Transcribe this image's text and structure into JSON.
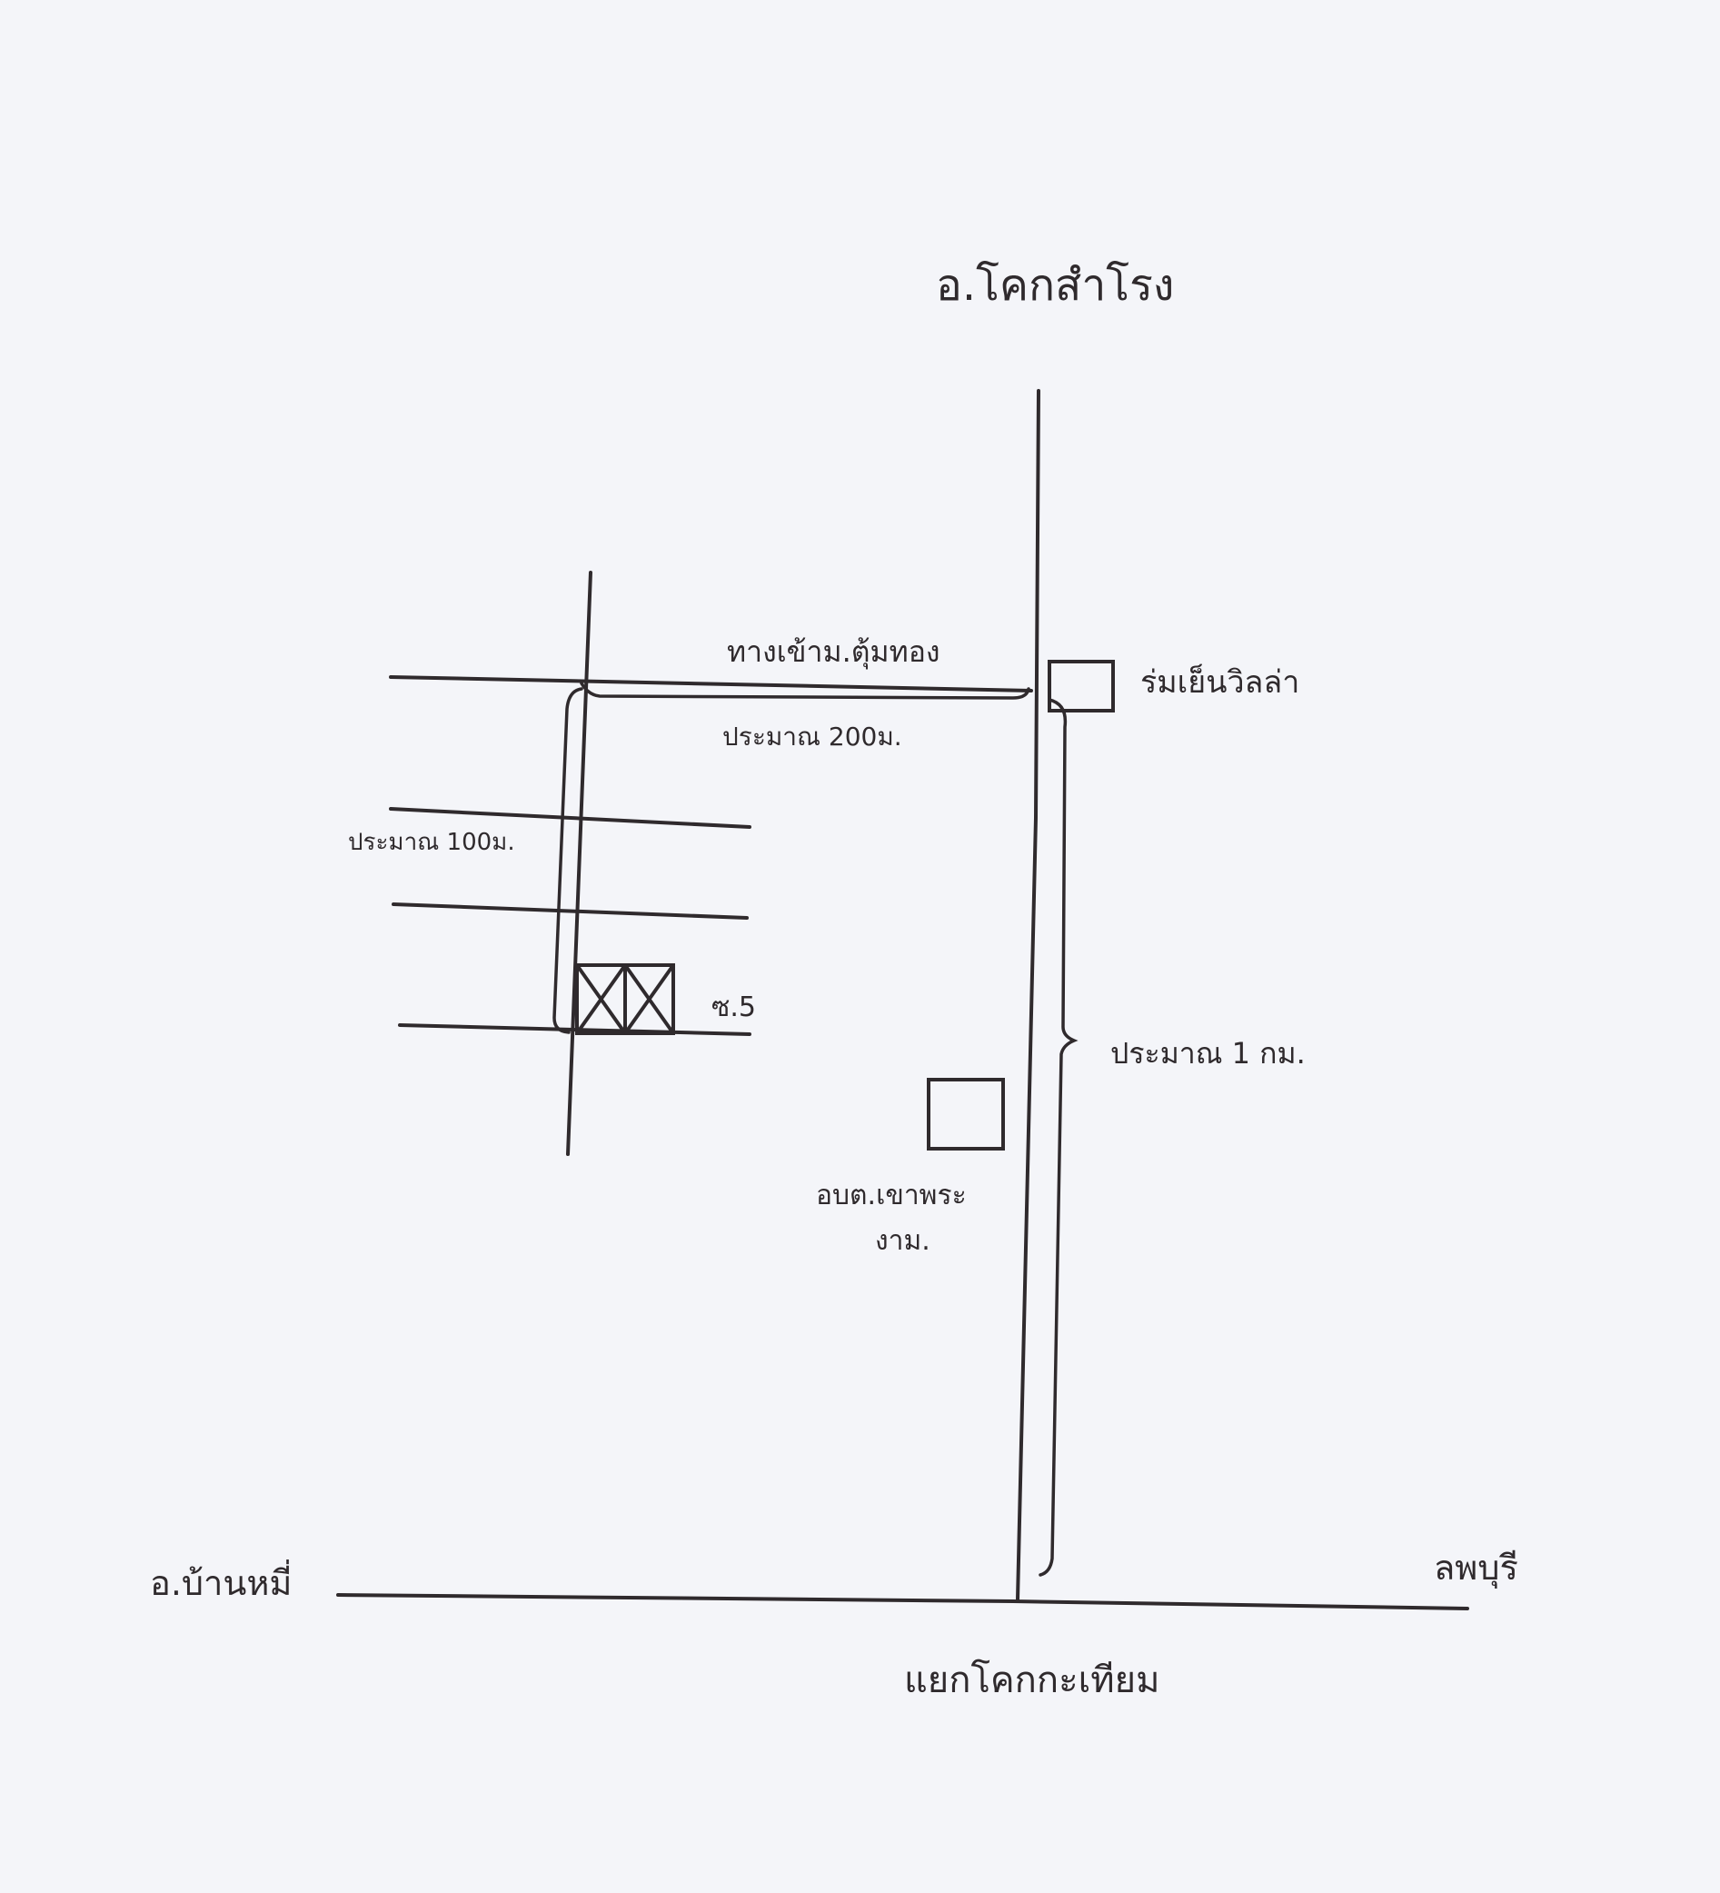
{
  "map": {
    "title_north": "อ.โคกสำโรง",
    "label_west": "อ.บ้านหมี่",
    "label_east": "ลพบุรี",
    "label_junction": "แยกโคกกะเทียม",
    "label_entrance_road": "ทางเข้าม.ตุ้มทอง",
    "label_distance_200m": "ประมาณ 200ม.",
    "label_distance_100m": "ประมาณ 100ม.",
    "label_distance_1km": "ประมาณ 1 กม.",
    "label_site": "ซ.5",
    "label_office_line1": "อบต.เขาพระ",
    "label_office_line2": "งาม.",
    "label_landmark": "ร่มเย็นวิลล่า"
  }
}
